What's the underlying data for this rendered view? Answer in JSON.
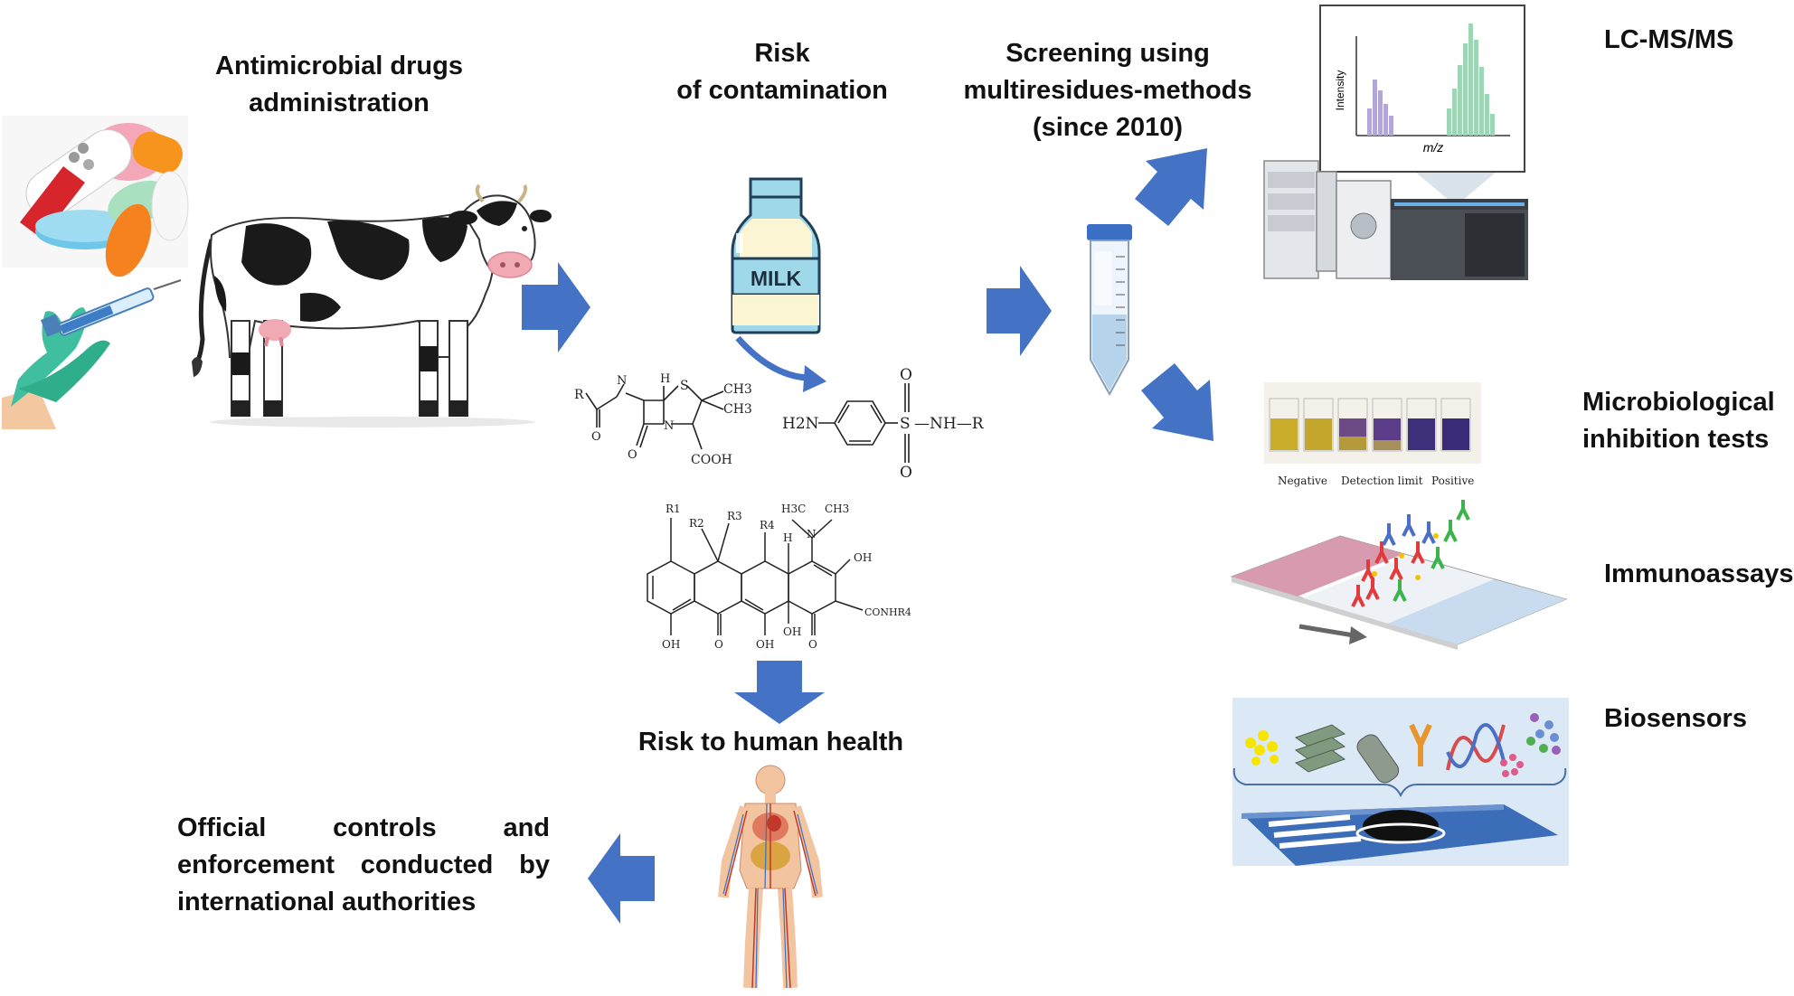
{
  "colors": {
    "arrow": "#4472c4",
    "text": "#111111",
    "cow_white": "#ffffff",
    "cow_black": "#1a1a1a",
    "cow_pink": "#f1a9b4",
    "milk_bottle": "#9fd8e8",
    "milk_fill": "#fbf5d3"
  },
  "labels": {
    "antimicrobial": [
      "Antimicrobial drugs",
      "administration"
    ],
    "risk_contamination": [
      "Risk",
      "of contamination"
    ],
    "screening": [
      "Screening  using",
      "multiresidues-methods",
      "(since 2010)"
    ],
    "lcms": "LC-MS/MS",
    "microbiological": [
      "Microbiological",
      "inhibition  tests"
    ],
    "immunoassays": "Immunoassays",
    "biosensors": "Biosensors",
    "risk_human": "Risk to human health",
    "official": [
      "Official      controls      and",
      "enforcement  conducted  by",
      "international  authorities"
    ]
  },
  "milk_label": "MILK",
  "spectrum": {
    "ylabel": "Intensity",
    "xlabel": "m/z"
  },
  "test_captions": [
    "Negative",
    "Detection limit",
    "Positive"
  ],
  "chem": {
    "penicillin": {
      "r": "R",
      "nh": "N",
      "h": "H",
      "s": "S",
      "ch3a": "CH3",
      "ch3b": "CH3",
      "n": "N",
      "o1": "O",
      "o2": "O",
      "cooh": "COOH"
    },
    "sulfonamide": {
      "h2n": "H2N",
      "o_top": "O",
      "s": "S",
      "nhr": "—NH—R",
      "o_bottom": "O"
    },
    "tetracycline": {
      "r1": "R1",
      "r2": "R2",
      "r3": "R3",
      "r4": "R4",
      "h3c": "H3C",
      "ch3": "CH3",
      "n": "N",
      "h": "H",
      "oh_top": "OH",
      "conhr": "CONHR4",
      "oh1": "OH",
      "o1": "O",
      "oh2": "OH",
      "oh3": "OH",
      "o2": "O"
    }
  },
  "icons": [
    "pills-icon",
    "syringe-glove-icon",
    "cow-icon",
    "milk-bottle-icon",
    "test-tube-icon",
    "mass-spectrometer-icon",
    "test-plate-icon",
    "lateral-flow-strip-icon",
    "biosensor-icon",
    "human-body-icon"
  ]
}
